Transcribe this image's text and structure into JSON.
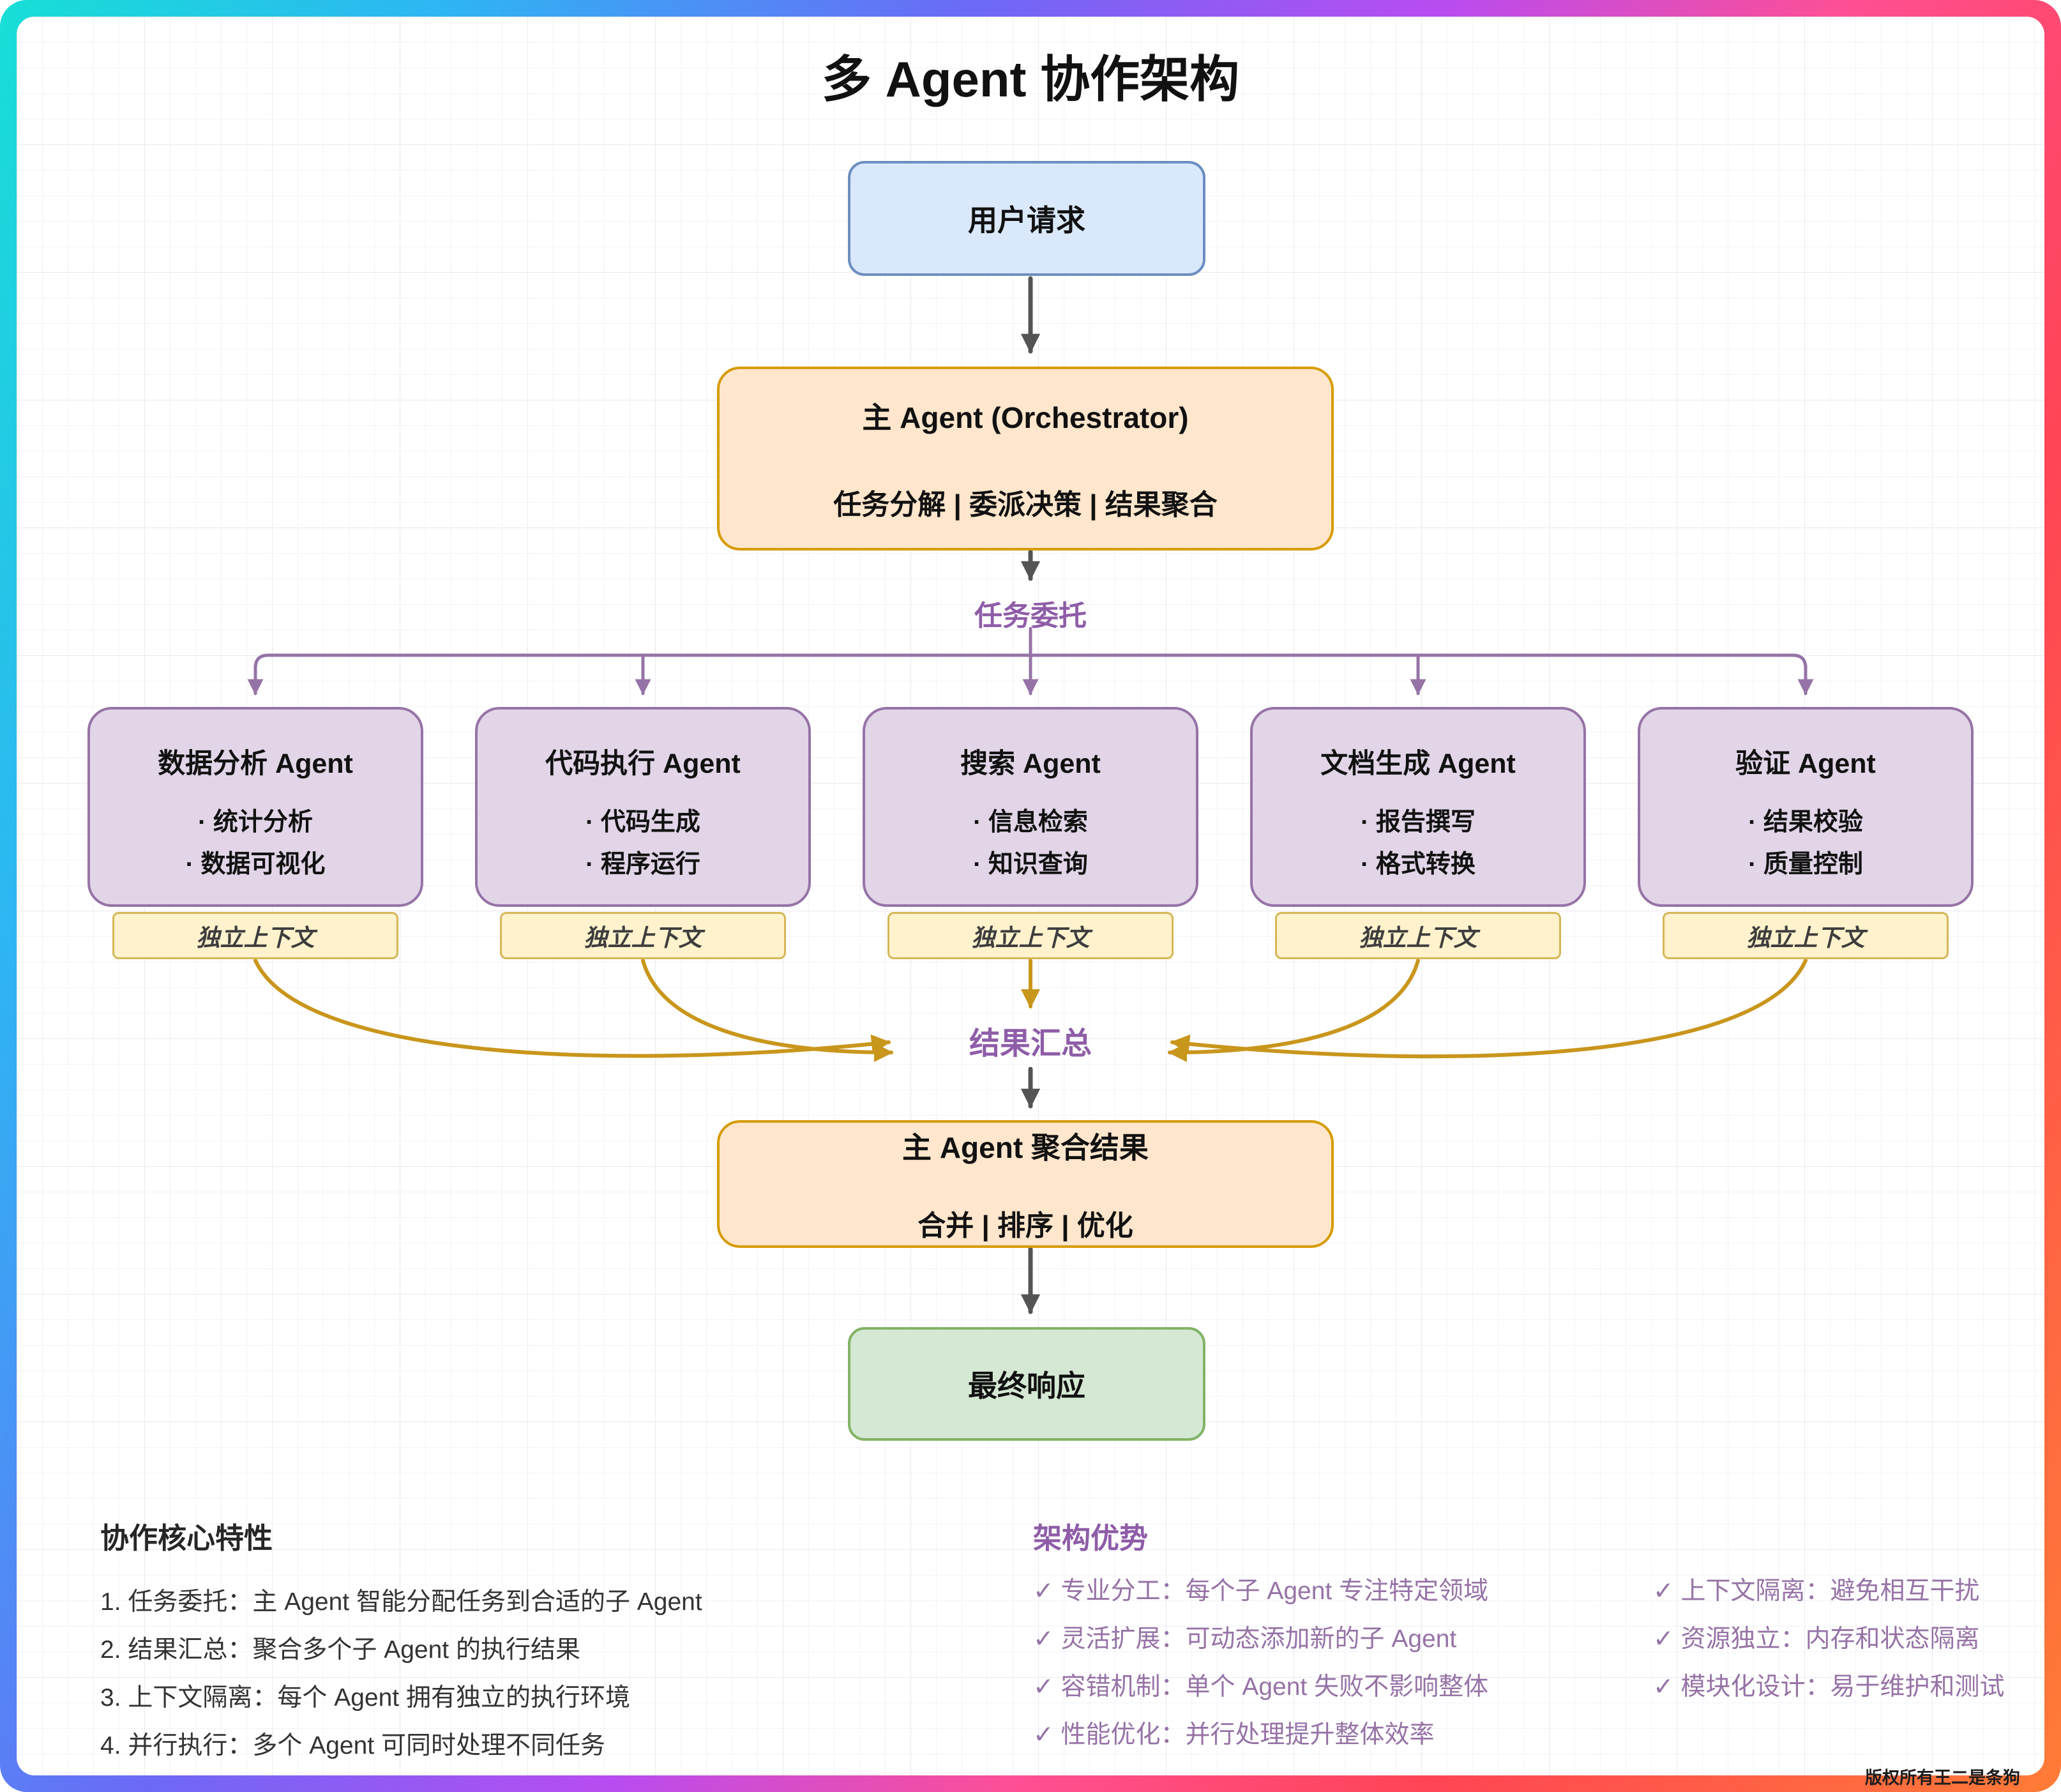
{
  "title": "多 Agent 协作架构",
  "flow": {
    "user_request": "用户请求",
    "orchestrator": {
      "title": "主 Agent (Orchestrator)",
      "subtitle": "任务分解 | 委派决策 | 结果聚合"
    },
    "delegation_label": "任务委托",
    "agents": [
      {
        "title": "数据分析 Agent",
        "bullets": [
          "· 统计分析",
          "· 数据可视化"
        ],
        "context_tag": "独立上下文"
      },
      {
        "title": "代码执行 Agent",
        "bullets": [
          "· 代码生成",
          "· 程序运行"
        ],
        "context_tag": "独立上下文"
      },
      {
        "title": "搜索 Agent",
        "bullets": [
          "· 信息检索",
          "· 知识查询"
        ],
        "context_tag": "独立上下文"
      },
      {
        "title": "文档生成 Agent",
        "bullets": [
          "· 报告撰写",
          "· 格式转换"
        ],
        "context_tag": "独立上下文"
      },
      {
        "title": "验证 Agent",
        "bullets": [
          "· 结果校验",
          "· 质量控制"
        ],
        "context_tag": "独立上下文"
      }
    ],
    "aggregation_label": "结果汇总",
    "aggregator": {
      "title": "主 Agent 聚合结果",
      "subtitle": "合并 | 排序 | 优化"
    },
    "final_response": "最终响应"
  },
  "notes": {
    "features": {
      "heading": "协作核心特性",
      "items": [
        "1. 任务委托：主 Agent 智能分配任务到合适的子 Agent",
        "2. 结果汇总：聚合多个子 Agent 的执行结果",
        "3. 上下文隔离：每个 Agent 拥有独立的执行环境",
        "4. 并行执行：多个 Agent 可同时处理不同任务"
      ]
    },
    "advantages": {
      "heading": "架构优势",
      "col1": [
        "✓ 专业分工：每个子 Agent 专注特定领域",
        "✓ 灵活扩展：可动态添加新的子 Agent",
        "✓ 容错机制：单个 Agent 失败不影响整体",
        "✓ 性能优化：并行处理提升整体效率"
      ],
      "col2": [
        "✓ 上下文隔离：避免相互干扰",
        "✓ 资源独立：内存和状态隔离",
        "✓ 模块化设计：易于维护和测试"
      ]
    }
  },
  "watermark": "版权所有王二是条狗",
  "colors": {
    "user_node": "#dae8fc",
    "user_border": "#6c8ebf",
    "orchestrator_node": "#ffe6cc",
    "orchestrator_border": "#d79b00",
    "agent_node": "#e1d5e7",
    "agent_border": "#9673a6",
    "context_tag": "#fff2cc",
    "context_tag_border": "#d6b656",
    "final_node": "#d5e8d4",
    "final_border": "#82b366",
    "purple_text": "#8e5da8",
    "gold_arrow": "#c9961c",
    "dark_arrow": "#545454"
  }
}
